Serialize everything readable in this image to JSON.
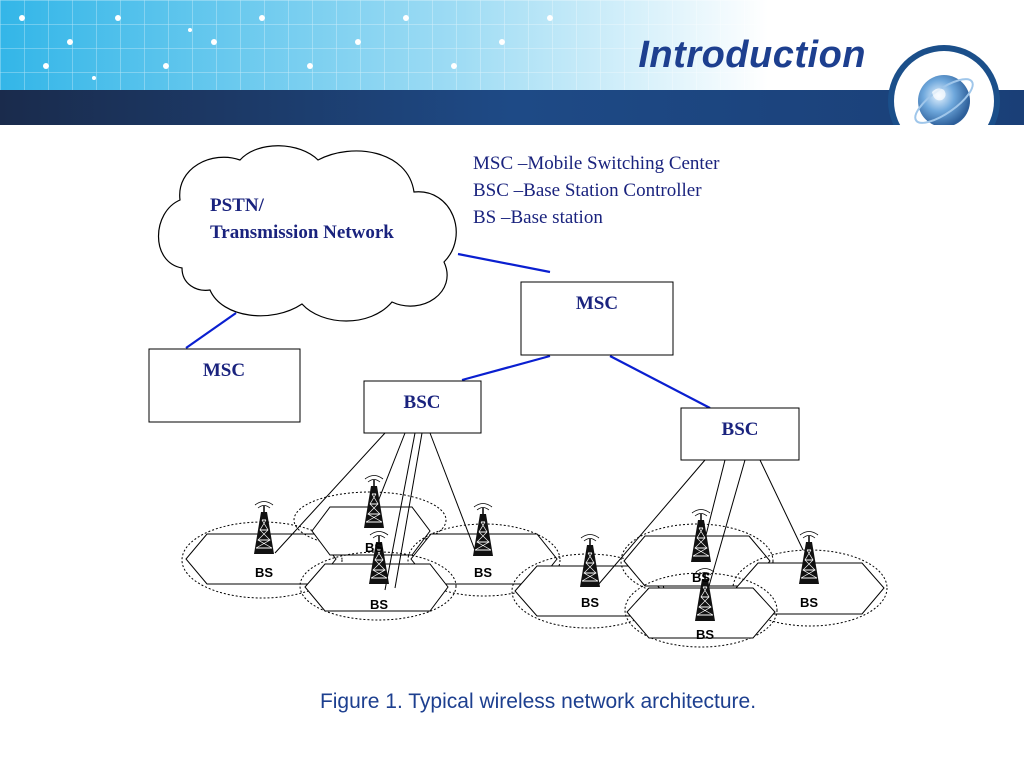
{
  "slide": {
    "title": "Introduction"
  },
  "legend": [
    "MSC –Mobile Switching Center",
    "BSC –Base Station Controller",
    "BS –Base station"
  ],
  "cloud": {
    "line1": "PSTN/",
    "line2": "Transmission Network"
  },
  "nodes": {
    "msc_left": "MSC",
    "msc_right": "MSC",
    "bsc_left": "BSC",
    "bsc_right": "BSC"
  },
  "base_stations": [
    "BS",
    "BS",
    "BS",
    "BS",
    "BS",
    "BS",
    "BS",
    "BS"
  ],
  "caption": "Figure 1. Typical wireless network architecture.",
  "colors": {
    "title": "#1d3f8f",
    "link": "#0a1fd0",
    "header_band": "#1b3a6e",
    "header_grid": "#7fd0f0"
  },
  "icons": [
    "globe-icon",
    "tower-icon"
  ]
}
